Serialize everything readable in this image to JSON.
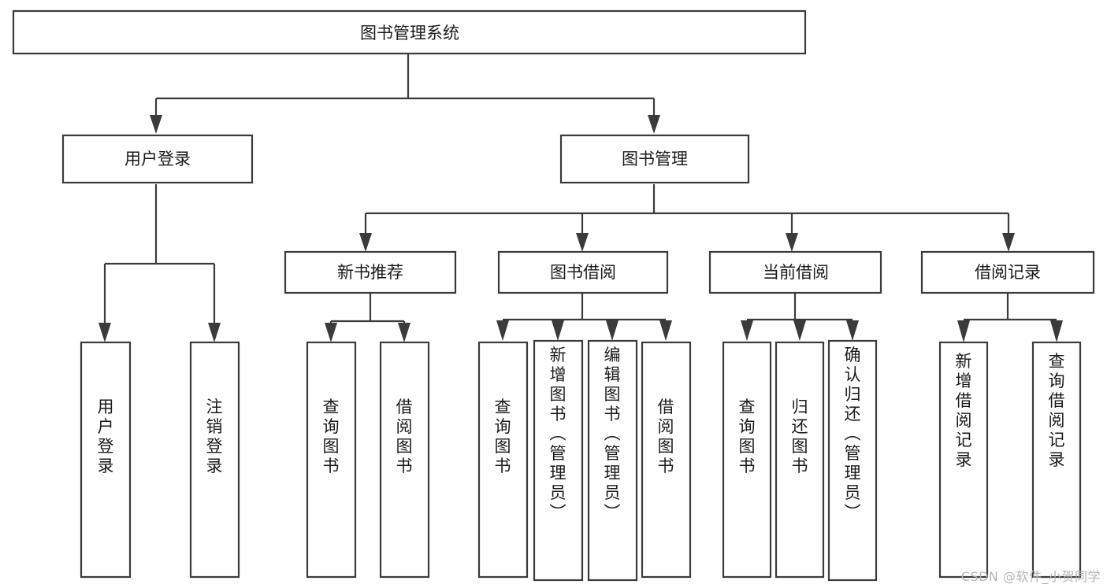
{
  "diagram": {
    "title": "图书管理系统",
    "type": "tree-hierarchy",
    "watermark": "CSDN @软件_小贺同学",
    "colors": {
      "stroke": "#3b3b3b",
      "fill": "#ffffff",
      "text": "#1a1a1a",
      "watermark": "#b4b4b4",
      "background": "#ffffff"
    },
    "root": {
      "id": "root",
      "label": "图书管理系统"
    },
    "level2": [
      {
        "id": "user-login",
        "label": "用户登录"
      },
      {
        "id": "book-manage",
        "label": "图书管理"
      }
    ],
    "level3": [
      {
        "id": "new-book-rec",
        "label": "新书推荐",
        "parent": "book-manage"
      },
      {
        "id": "book-borrow",
        "label": "图书借阅",
        "parent": "book-manage"
      },
      {
        "id": "current-borrow",
        "label": "当前借阅",
        "parent": "book-manage"
      },
      {
        "id": "borrow-record",
        "label": "借阅记录",
        "parent": "book-manage"
      }
    ],
    "leaves": [
      {
        "id": "leaf-user-login",
        "label": "用户登录",
        "parent": "user-login"
      },
      {
        "id": "leaf-logout",
        "label": "注销登录",
        "parent": "user-login"
      },
      {
        "id": "leaf-query-book-1",
        "label": "查询图书",
        "parent": "new-book-rec"
      },
      {
        "id": "leaf-borrow-book-1",
        "label": "借阅图书",
        "parent": "new-book-rec"
      },
      {
        "id": "leaf-query-book-2",
        "label": "查询图书",
        "parent": "book-borrow"
      },
      {
        "id": "leaf-add-book",
        "label": "新增图书（管理员）",
        "parent": "book-borrow"
      },
      {
        "id": "leaf-edit-book",
        "label": "编辑图书（管理员）",
        "parent": "book-borrow"
      },
      {
        "id": "leaf-borrow-book-2",
        "label": "借阅图书",
        "parent": "book-borrow"
      },
      {
        "id": "leaf-query-book-3",
        "label": "查询图书",
        "parent": "current-borrow"
      },
      {
        "id": "leaf-return-book",
        "label": "归还图书",
        "parent": "current-borrow"
      },
      {
        "id": "leaf-confirm-return",
        "label": "确认归还（管理员）",
        "parent": "current-borrow"
      },
      {
        "id": "leaf-add-record",
        "label": "新增借阅记录",
        "parent": "borrow-record"
      },
      {
        "id": "leaf-query-record",
        "label": "查询借阅记录",
        "parent": "borrow-record"
      }
    ]
  }
}
